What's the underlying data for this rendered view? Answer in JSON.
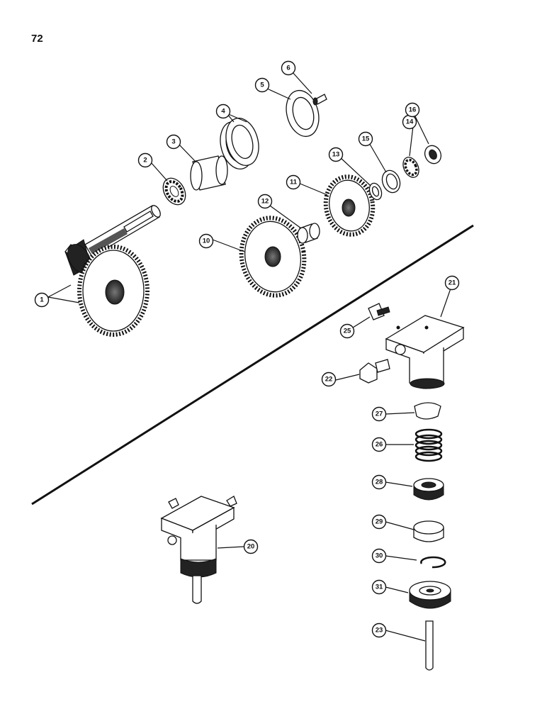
{
  "page": {
    "number": "72"
  },
  "callouts": {
    "c1": "1",
    "c2": "2",
    "c3": "3",
    "c4": "4",
    "c5": "5",
    "c6": "6",
    "c10": "10",
    "c11": "11",
    "c12": "12",
    "c13": "13",
    "c14": "14",
    "c15": "15",
    "c16": "16",
    "c20": "20",
    "c21": "21",
    "c22": "22",
    "c23": "23",
    "c25": "25",
    "c26": "26",
    "c27": "27",
    "c28": "28",
    "c29": "29",
    "c30": "30",
    "c31": "31"
  },
  "icons": {
    "gear": "gear-icon",
    "bearing": "bearing-icon",
    "spring": "spring-icon"
  }
}
